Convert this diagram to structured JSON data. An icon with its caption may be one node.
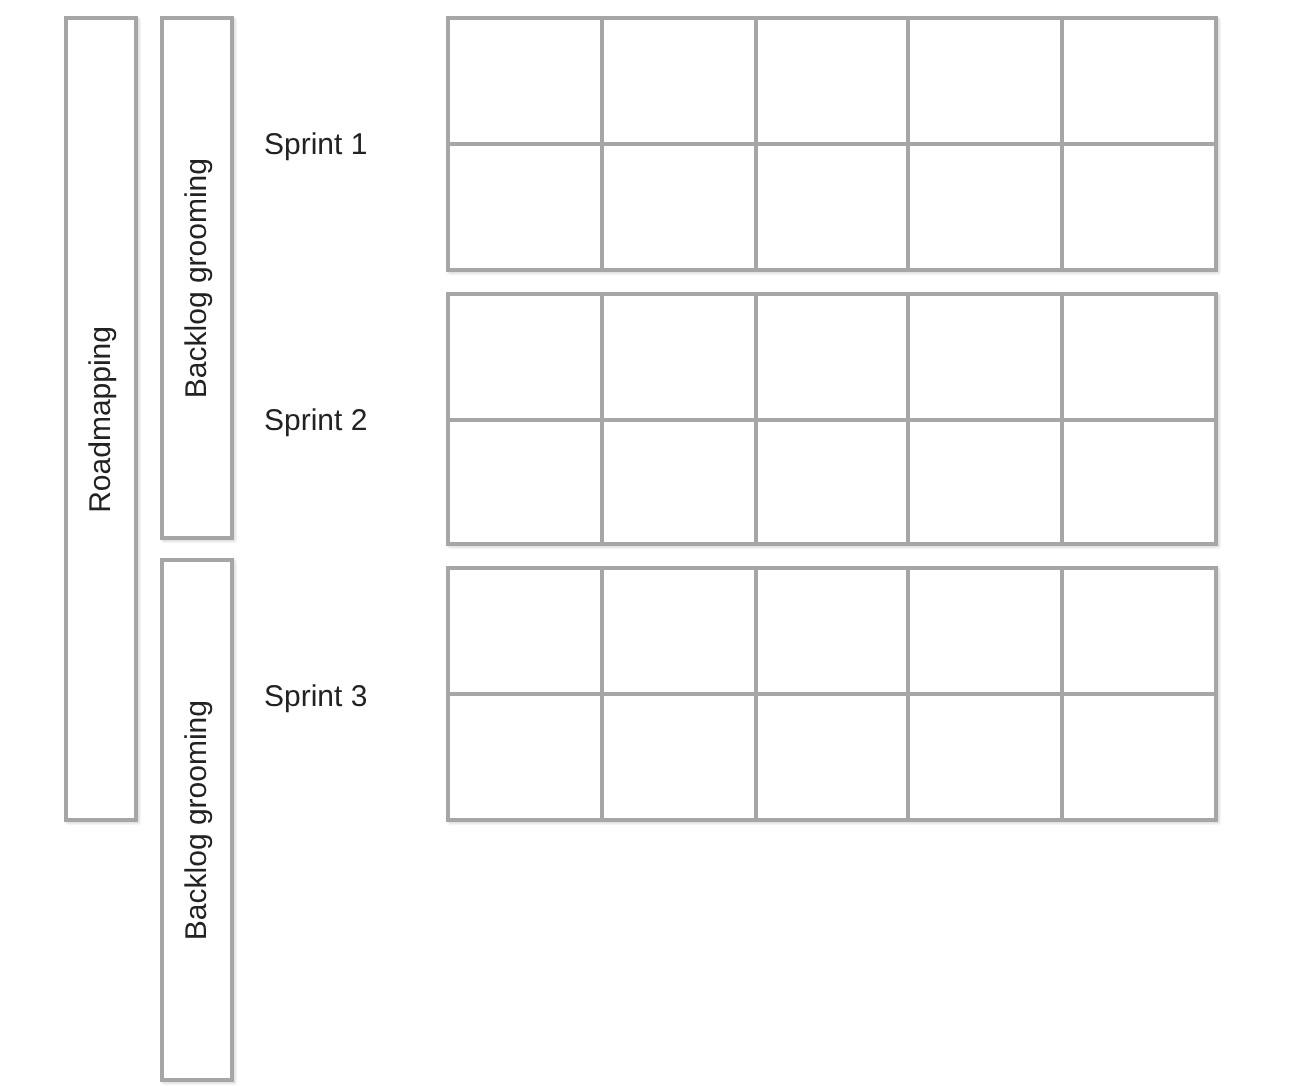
{
  "diagram": {
    "nodes": [
      {
        "text": [
          "Roadmapping"
        ]
      },
      {
        "text": [
          "Backlog grooming"
        ]
      },
      {
        "text": [
          "Backlog grooming"
        ]
      },
      {
        "text": [],
        "shape": "box"
      },
      {
        "text": [],
        "shape": "box",
        "in": 3
      },
      {
        "text": [],
        "shape": "box",
        "in": 3
      },
      {
        "text": [],
        "shape": "box",
        "in": 3
      },
      {
        "text": [],
        "shape": "box",
        "in": 3
      },
      {
        "text": [],
        "shape": "box",
        "in": 3
      },
      {
        "text": [],
        "shape": "box",
        "in": 3
      },
      {
        "text": [],
        "shape": "box",
        "in": 3
      },
      {
        "text": [],
        "shape": "box",
        "in": 3
      },
      {
        "text": [],
        "shape": "box",
        "in": 3
      },
      {
        "text": [],
        "shape": "box",
        "in": 3
      },
      {
        "text": [],
        "shape": "box"
      },
      {
        "text": [],
        "shape": "box",
        "in": 14
      },
      {
        "text": [],
        "shape": "box",
        "in": 14
      },
      {
        "text": [],
        "shape": "box",
        "in": 14
      },
      {
        "text": [],
        "shape": "box",
        "in": 14
      },
      {
        "text": [],
        "shape": "box",
        "in": 14
      },
      {
        "text": [],
        "shape": "box",
        "in": 14
      },
      {
        "text": [],
        "shape": "box",
        "in": 14
      },
      {
        "text": [],
        "shape": "box",
        "in": 14
      },
      {
        "text": [],
        "shape": "box",
        "in": 14
      },
      {
        "text": [],
        "shape": "box",
        "in": 14
      },
      {
        "text": [],
        "shape": "box"
      },
      {
        "text": [],
        "shape": "box",
        "in": 25
      },
      {
        "text": [],
        "shape": "box",
        "in": 25
      },
      {
        "text": [],
        "shape": "box",
        "in": 25
      },
      {
        "text": [],
        "shape": "box",
        "in": 25
      },
      {
        "text": [],
        "shape": "box",
        "in": 25
      },
      {
        "text": [],
        "shape": "box",
        "in": 25
      },
      {
        "text": [],
        "shape": "box",
        "in": 25
      },
      {
        "text": [],
        "shape": "box",
        "in": 25
      },
      {
        "text": [],
        "shape": "box",
        "in": 25
      },
      {
        "text": [],
        "shape": "box",
        "in": 25
      }
    ],
    "labels": [
      "Sprint 1",
      "Sprint 2",
      "Sprint 3"
    ]
  }
}
